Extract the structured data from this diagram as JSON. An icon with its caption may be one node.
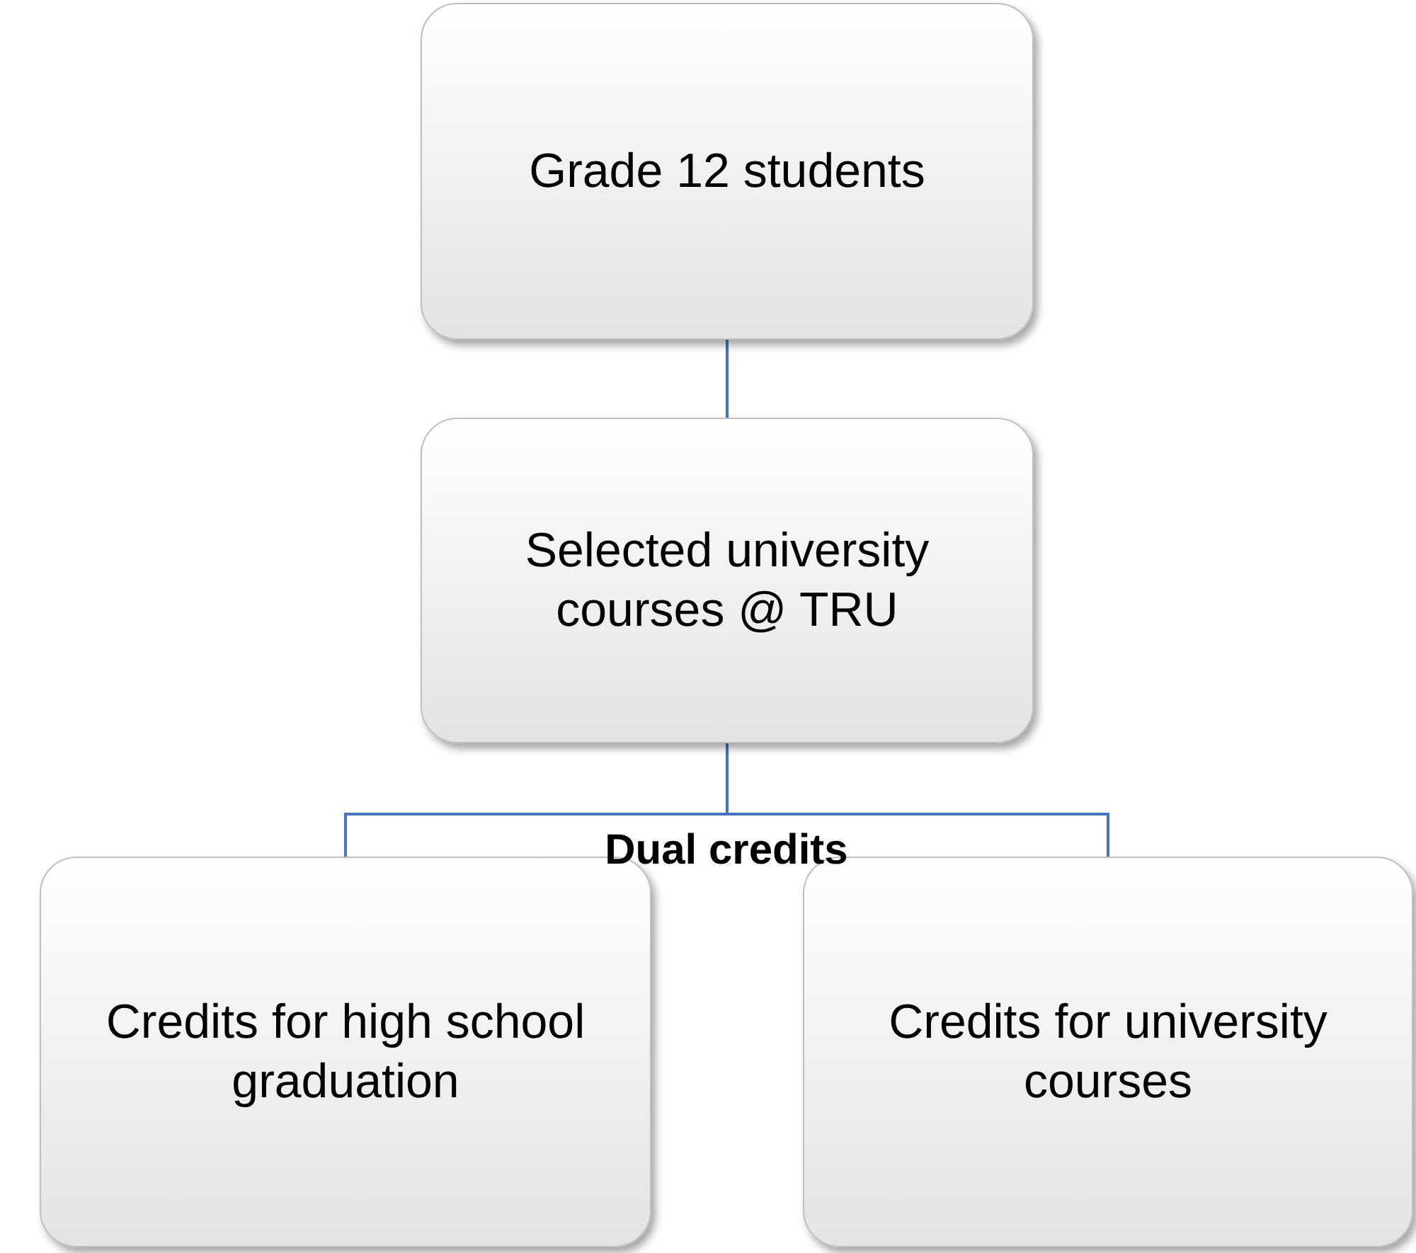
{
  "diagram": {
    "nodes": [
      {
        "text": [
          "Grade 12 students"
        ]
      },
      {
        "text": [
          "Selected university courses @ TRU"
        ]
      },
      {
        "text": [
          "Credits for high school graduation"
        ]
      },
      {
        "text": [
          "Credits for university courses"
        ]
      }
    ],
    "edges": [
      {
        "from": 0,
        "to": 1,
        "arrow": "none"
      },
      {
        "from": 1,
        "to": 2,
        "arrow": "none"
      },
      {
        "from": 1,
        "to": 3,
        "arrow": "none"
      }
    ],
    "labels": [
      "Dual credits"
    ]
  }
}
